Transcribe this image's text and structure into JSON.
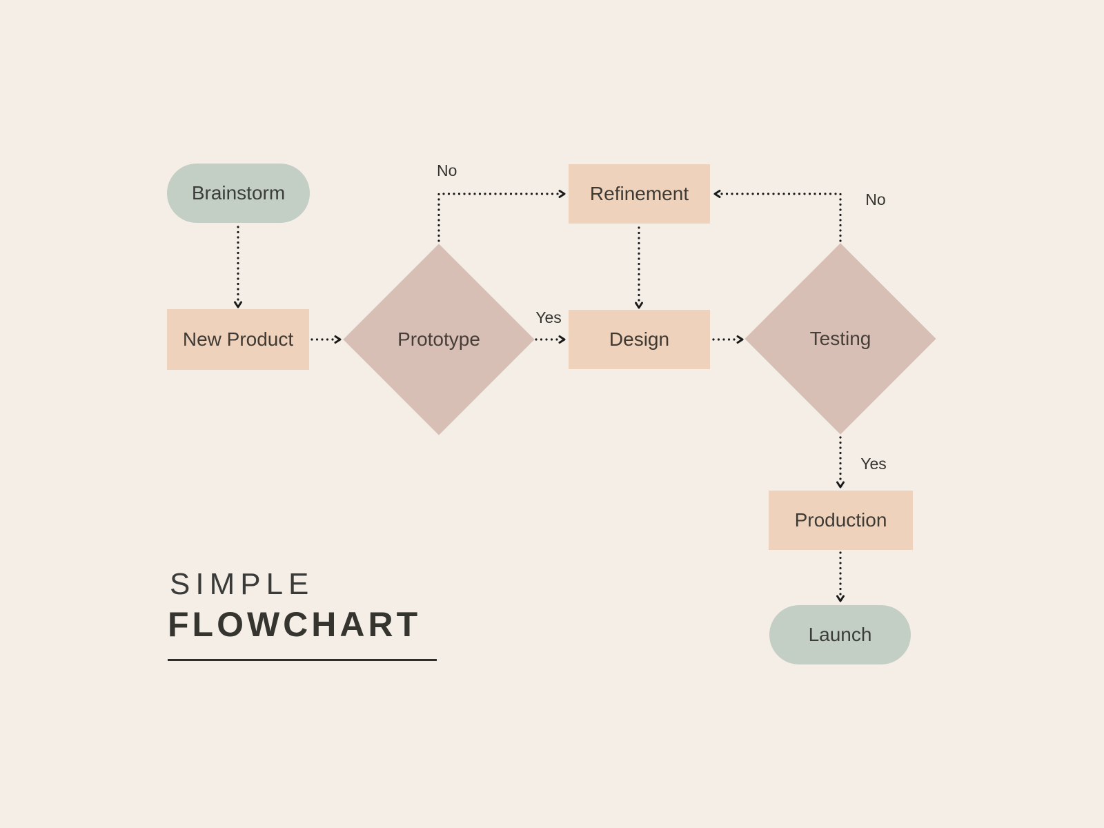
{
  "title": {
    "line1": "SIMPLE",
    "line2": "FLOWCHART"
  },
  "colors": {
    "background": "#f4eee6",
    "terminator_fill": "#c3cec4",
    "process_fill": "#eed2bb",
    "decision_fill": "#d7bfb5",
    "node_text": "#3e3933",
    "connector": "#1a1a1a",
    "title_text": "#35342f"
  },
  "nodes": [
    {
      "id": "brainstorm",
      "label": "Brainstorm",
      "shape": "terminator-pill"
    },
    {
      "id": "new-product",
      "label": "New Product",
      "shape": "process-rectangle"
    },
    {
      "id": "prototype",
      "label": "Prototype",
      "shape": "decision-diamond"
    },
    {
      "id": "refinement",
      "label": "Refinement",
      "shape": "process-rectangle"
    },
    {
      "id": "design",
      "label": "Design",
      "shape": "process-rectangle"
    },
    {
      "id": "testing",
      "label": "Testing",
      "shape": "decision-diamond"
    },
    {
      "id": "production",
      "label": "Production",
      "shape": "process-rectangle"
    },
    {
      "id": "launch",
      "label": "Launch",
      "shape": "terminator-pill"
    }
  ],
  "edges": [
    {
      "from": "brainstorm",
      "to": "new-product",
      "label": ""
    },
    {
      "from": "new-product",
      "to": "prototype",
      "label": ""
    },
    {
      "from": "prototype",
      "to": "refinement",
      "label": "No"
    },
    {
      "from": "prototype",
      "to": "design",
      "label": "Yes"
    },
    {
      "from": "refinement",
      "to": "design",
      "label": ""
    },
    {
      "from": "design",
      "to": "testing",
      "label": ""
    },
    {
      "from": "testing",
      "to": "refinement",
      "label": "No"
    },
    {
      "from": "testing",
      "to": "production",
      "label": "Yes"
    },
    {
      "from": "production",
      "to": "launch",
      "label": ""
    }
  ]
}
